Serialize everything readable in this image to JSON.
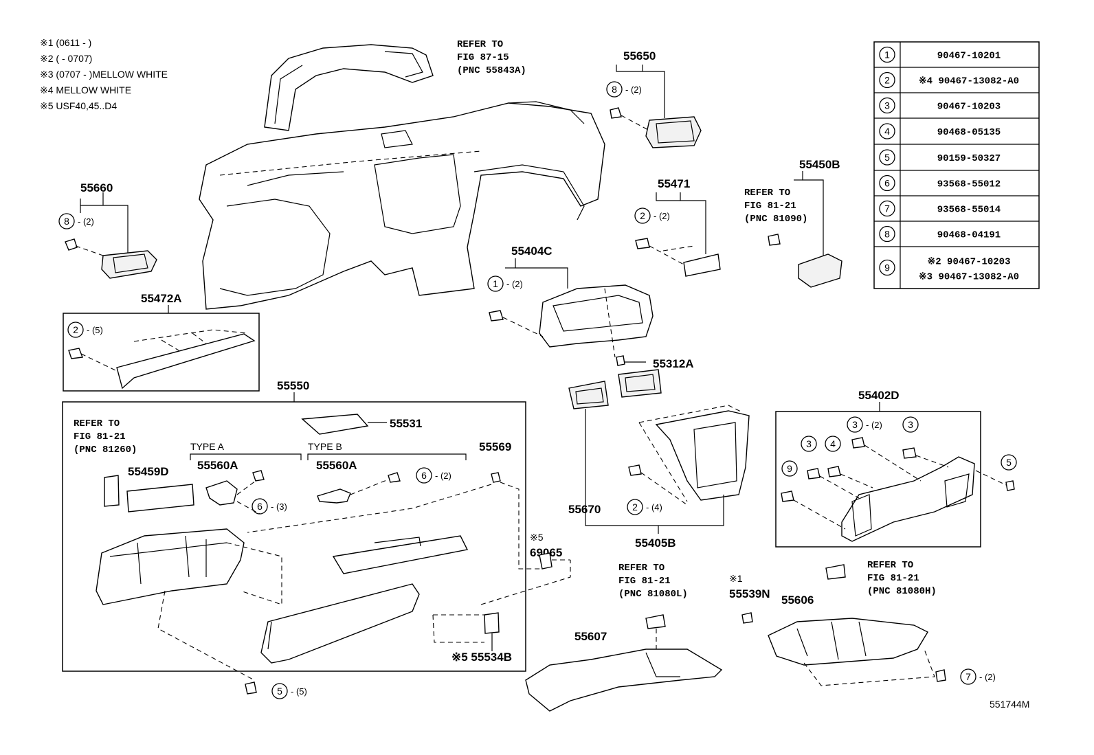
{
  "notes": [
    "※1 (0611 -        )",
    "※2 (        - 0707)",
    "※3 (0707 -        )MELLOW WHITE",
    "※4 MELLOW WHITE",
    "※5 USF40,45..D4"
  ],
  "part_table": [
    {
      "num": "1",
      "parts": [
        "90467-10201"
      ]
    },
    {
      "num": "2",
      "parts": [
        "※4  90467-13082-A0"
      ]
    },
    {
      "num": "3",
      "parts": [
        "90467-10203"
      ]
    },
    {
      "num": "4",
      "parts": [
        "90468-05135"
      ]
    },
    {
      "num": "5",
      "parts": [
        "90159-50327"
      ]
    },
    {
      "num": "6",
      "parts": [
        "93568-55012"
      ]
    },
    {
      "num": "7",
      "parts": [
        "93568-55014"
      ]
    },
    {
      "num": "8",
      "parts": [
        "90468-04191"
      ]
    },
    {
      "num": "9",
      "parts": [
        "※2  90467-10203",
        "※3  90467-13082-A0"
      ]
    }
  ],
  "labels": {
    "p55660": "55660",
    "p55650": "55650",
    "p55471": "55471",
    "p55450B": "55450B",
    "p55404C": "55404C",
    "p55472A": "55472A",
    "p55312A": "55312A",
    "p55550": "55550",
    "p55531": "55531",
    "p55402D": "55402D",
    "p55459D": "55459D",
    "p55560A_a": "55560A",
    "p55560A_b": "55560A",
    "p55569": "55569",
    "p55670": "55670",
    "p55405B": "55405B",
    "p69065": "69065",
    "p69065_note": "※5",
    "p55539N": "55539N",
    "p55539N_note": "※1",
    "p55606": "55606",
    "p55607": "55607",
    "p55534B": "※5 55534B",
    "type_a": "TYPE A",
    "type_b": "TYPE B"
  },
  "refers": {
    "r1": [
      "REFER TO",
      "FIG 87-15",
      "(PNC 55843A)"
    ],
    "r2": [
      "REFER TO",
      "FIG 81-21",
      "(PNC 81090)"
    ],
    "r3": [
      "REFER TO",
      "FIG 81-21",
      "(PNC 81260)"
    ],
    "r4": [
      "REFER TO",
      "FIG 81-21",
      "(PNC 81080L)"
    ],
    "r5": [
      "REFER TO",
      "FIG 81-21",
      "(PNC 81080H)"
    ]
  },
  "callouts": [
    {
      "id": "c8a",
      "num": "8",
      "qty": "- (2)"
    },
    {
      "id": "c8b",
      "num": "8",
      "qty": "- (2)"
    },
    {
      "id": "c2a",
      "num": "2",
      "qty": "- (2)"
    },
    {
      "id": "c1",
      "num": "1",
      "qty": "- (2)"
    },
    {
      "id": "c2b",
      "num": "2",
      "qty": "- (5)"
    },
    {
      "id": "c6a",
      "num": "6",
      "qty": "- (3)"
    },
    {
      "id": "c6b",
      "num": "6",
      "qty": "- (2)"
    },
    {
      "id": "c2c",
      "num": "2",
      "qty": "- (4)"
    },
    {
      "id": "c3a",
      "num": "3",
      "qty": "- (2)"
    },
    {
      "id": "c3b",
      "num": "3",
      "qty": ""
    },
    {
      "id": "c3c",
      "num": "3",
      "qty": ""
    },
    {
      "id": "c4",
      "num": "4",
      "qty": ""
    },
    {
      "id": "c9",
      "num": "9",
      "qty": ""
    },
    {
      "id": "c5a",
      "num": "5",
      "qty": ""
    },
    {
      "id": "c5b",
      "num": "5",
      "qty": "- (5)"
    },
    {
      "id": "c7",
      "num": "7",
      "qty": "- (2)"
    }
  ],
  "drawing_number": "551744M"
}
